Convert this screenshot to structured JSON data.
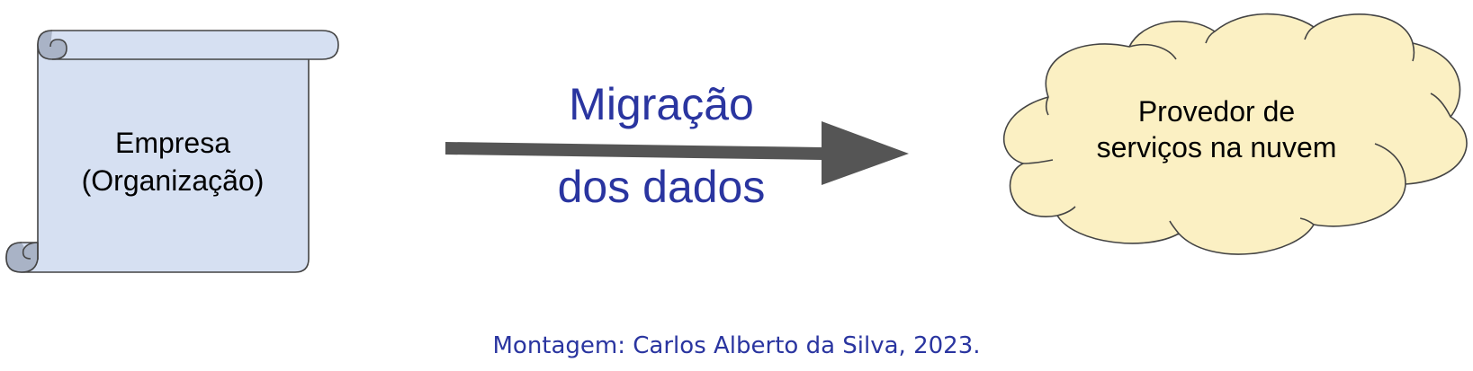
{
  "source_node": {
    "line1": "Empresa",
    "line2": "(Organização)",
    "fill": "#d6e0f2",
    "scroll_shade": "#a9b3c6"
  },
  "edge": {
    "line1": "Migração",
    "line2": "dos dados",
    "text_color": "#2a35a0",
    "arrow_color": "#555555"
  },
  "target_node": {
    "line1": "Provedor de",
    "line2": "serviços na nuvem",
    "fill": "#fbf0c3"
  },
  "credit": "Montagem: Carlos Alberto da Silva, 2023."
}
